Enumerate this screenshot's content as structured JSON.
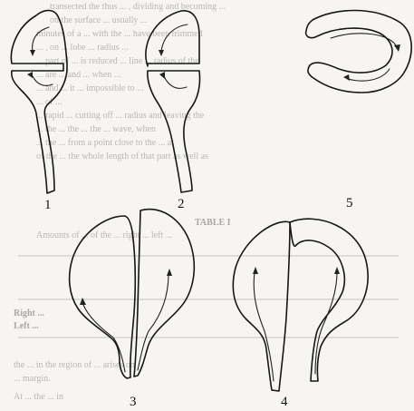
{
  "figure": {
    "labels": [
      "1",
      "2",
      "5",
      "3",
      "4"
    ]
  },
  "show_through": {
    "lines_top": [
      "transected the thus ... , dividing and becoming ... ",
      "on the surface ... usually ... ",
      "minutes of a ... with the ... have been trimmed",
      "... , on ... lobe ... radius ...",
      "... part of ... is reduced ... line ... radius of the",
      "... are ... and ... when ... ",
      "... and ... it ... impossible to ... ",
      "... of ... ",
      "... rapid ... cutting off ... radius and leaving the",
      "... the ... the ... the ... wave, when",
      "... the ... from a point close to the ... at",
      "of the ... the whole length of that part as well as"
    ],
    "table_title": "TABLE I",
    "table_caption": "Amounts of ... of the ... right ... left ...",
    "table_rows": [
      "Right ...",
      "Left ..."
    ],
    "lines_bottom": [
      "the ... in the region of ... arises on",
      "... margin.",
      "At ... the ... in"
    ]
  }
}
